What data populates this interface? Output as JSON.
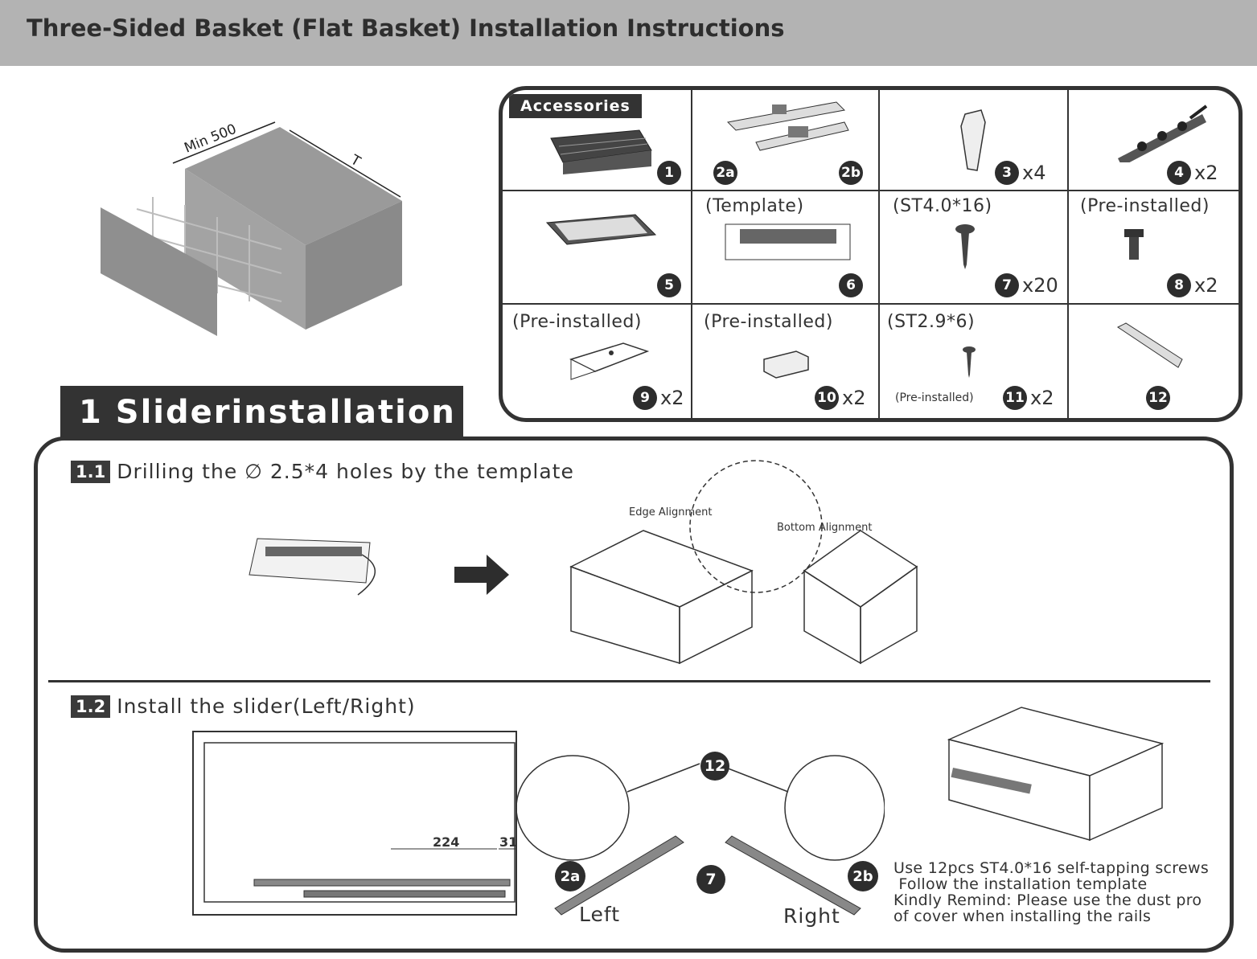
{
  "header": {
    "title": "Three-Sided Basket (Flat Basket) Installation Instructions"
  },
  "cabinet": {
    "width_label": "Min 500",
    "depth_label": "T"
  },
  "accessories": {
    "title": "Accessories",
    "items": [
      {
        "num": "1",
        "qty": ""
      },
      {
        "num": "2a",
        "num_b": "2b",
        "qty": ""
      },
      {
        "num": "3",
        "qty": "x4"
      },
      {
        "num": "4",
        "qty": "x2"
      },
      {
        "num": "5",
        "qty": ""
      },
      {
        "num": "6",
        "label": "(Template)",
        "qty": ""
      },
      {
        "num": "7",
        "label": "(ST4.0*16)",
        "qty": "x20"
      },
      {
        "num": "8",
        "label": "(Pre-installed)",
        "qty": "x2"
      },
      {
        "num": "9",
        "label": "(Pre-installed)",
        "qty": "x2"
      },
      {
        "num": "10",
        "label": "(Pre-installed)",
        "qty": "x2"
      },
      {
        "num": "11",
        "label": "(ST2.9*6)",
        "sublabel": "(Pre-installed)",
        "qty": "x2"
      },
      {
        "num": "12",
        "qty": ""
      }
    ]
  },
  "section1": {
    "number": "1",
    "title": "Sliderinstallation"
  },
  "step11": {
    "tag": "1.1",
    "text": "Drilling the ∅ 2.5*4 holes by the template",
    "edge_label": "Edge Alignment",
    "bottom_label": "Bottom Alignment"
  },
  "step12": {
    "tag": "1.2",
    "text": "Install the slider(Left/Right)",
    "dim_224": "224",
    "dim_31": "31",
    "callout_12": "12",
    "callout_7": "7",
    "callout_2a": "2a",
    "callout_2b": "2b",
    "left": "Left",
    "right": "Right",
    "notes": [
      "Use 12pcs ST4.0*16 self-tapping screws",
      " Follow the installation template",
      "Kindly Remind: Please use the dust pro",
      "of cover when installing the rails"
    ]
  }
}
